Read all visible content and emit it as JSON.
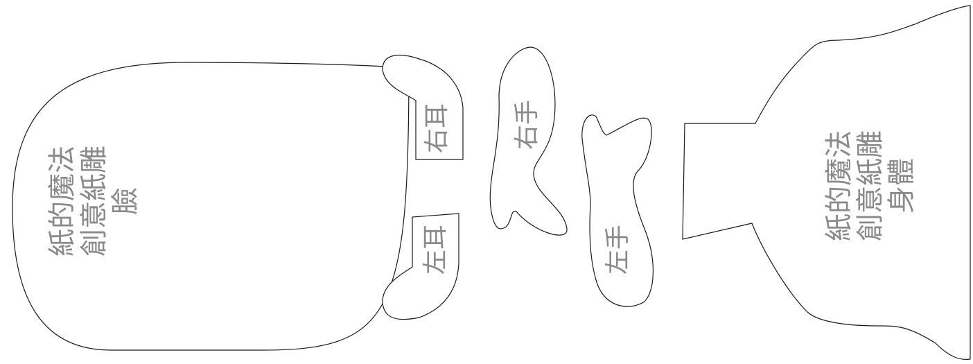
{
  "pieces": {
    "face": {
      "line1": "紙的魔法",
      "line2": "創意紙雕",
      "line3": "臉"
    },
    "right_ear": {
      "label": "右耳"
    },
    "left_ear": {
      "label": "左耳"
    },
    "right_hand": {
      "label": "右手"
    },
    "left_hand": {
      "label": "左手"
    },
    "body": {
      "line1": "紙的魔法",
      "line2": "創意紙雕",
      "line3": "身體"
    }
  },
  "colors": {
    "outline": "#1a1a1a",
    "text": "#8a8a8a",
    "background": "#ffffff"
  }
}
